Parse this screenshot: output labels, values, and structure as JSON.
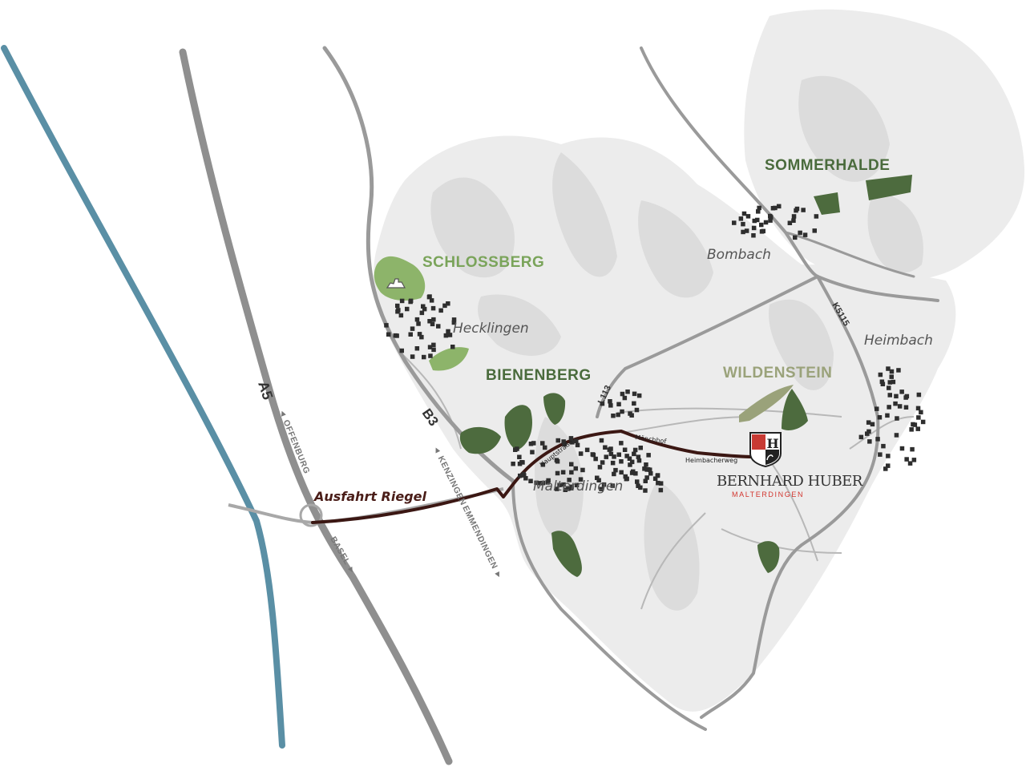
{
  "regions": {
    "schlossberg": "SCHLOSSBERG",
    "bienenberg": "BIENENBERG",
    "wildenstein": "WILDENSTEIN",
    "sommerhalde": "SOMMERHALDE"
  },
  "towns": {
    "hecklingen": "Hecklingen",
    "bombach": "Bombach",
    "heimbach": "Heimbach",
    "malterdingen": "Malterdingen"
  },
  "roads": {
    "a5": "A5",
    "b3": "B3",
    "l113": "L113",
    "k5115": "K5115"
  },
  "directions": {
    "offenburg": "◄ OFFENBURG",
    "basel": "BASEL ►",
    "kenzingen": "◄ KENZINGEN",
    "emmendingen": "EMMENDINGEN ►"
  },
  "streets": {
    "hauptstrasse": "Hauptstraße",
    "moenchhof": "Mönchhof",
    "heimbacherweg": "Heimbacherweg"
  },
  "route": {
    "label": "Ausfahrt Riegel"
  },
  "brand": {
    "name": "BERNHARD HUBER",
    "location": "MALTERDINGEN",
    "crest_letter": "H"
  },
  "colors": {
    "river": "#5a8fa5",
    "motorway": "#8f8f8f",
    "route": "#3b1713",
    "vineyard_dark": "#4d6b3e",
    "vineyard_light": "#8db46a",
    "region_green": "#4a6b3c",
    "region_lightgreen": "#7aa45a",
    "region_olive": "#9aa27a",
    "brand_red": "#d2352e"
  },
  "icons": [
    "castle-ruin-icon",
    "crest-icon"
  ]
}
